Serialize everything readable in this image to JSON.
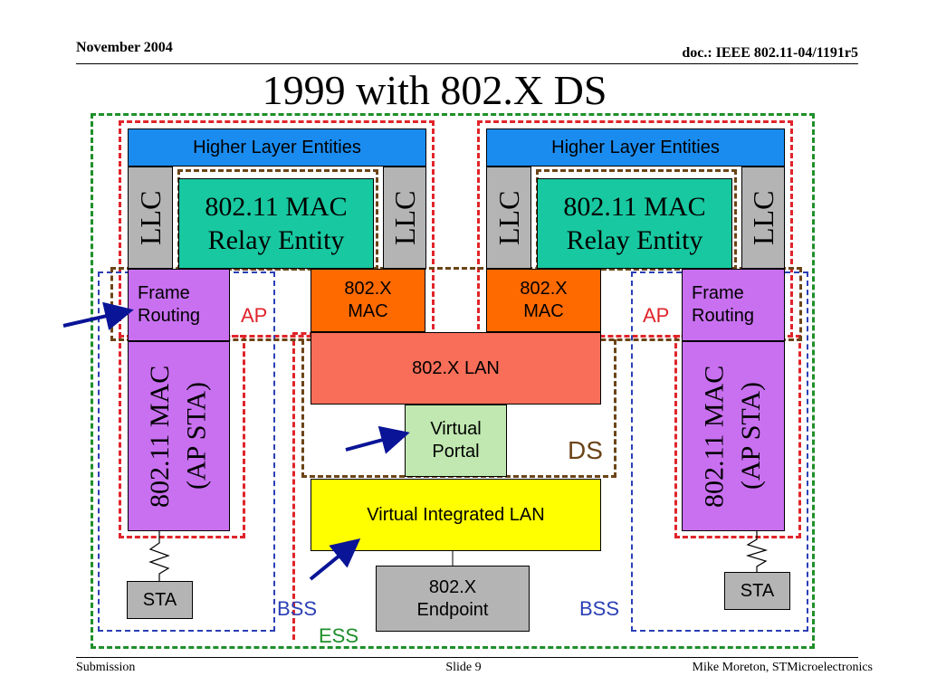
{
  "header": {
    "date": "November 2004",
    "doc": "doc.: IEEE 802.11-04/1191r5"
  },
  "title": "1999 with 802.X DS",
  "diagram": {
    "left": {
      "higher_layer": "Higher Layer Entities",
      "llc_left": "LLC",
      "llc_right": "LLC",
      "relay": "802.11 MAC\nRelay Entity",
      "frame_routing": "Frame\nRouting",
      "mac_ap_sta": "802.11 MAC\n(AP STA)",
      "ap_label": "AP",
      "bss_label": "BSS",
      "sta": "STA"
    },
    "right": {
      "higher_layer": "Higher Layer Entities",
      "llc_left": "LLC",
      "llc_right": "LLC",
      "relay": "802.11 MAC\nRelay Entity",
      "frame_routing": "Frame\nRouting",
      "mac_ap_sta": "802.11 MAC\n(AP STA)",
      "ap_label": "AP",
      "bss_label": "BSS",
      "sta": "STA"
    },
    "x_mac_left": "802.X\nMAC",
    "x_mac_right": "802.X\nMAC",
    "x_lan": "802.X LAN",
    "virtual_portal": "Virtual\nPortal",
    "ds_label": "DS",
    "virtual_lan": "Virtual Integrated LAN",
    "endpoint": "802.X\nEndpoint",
    "ess_label": "ESS"
  },
  "footer": {
    "left": "Submission",
    "center": "Slide 9",
    "right": "Mike Moreton, STMicroelectronics"
  },
  "colors": {
    "higher_layer": "#1a8cf0",
    "relay": "#18c8a0",
    "llc": "#b4b4b4",
    "frame_routing": "#c870f0",
    "x_mac": "#ff6a00",
    "x_lan": "#f86e58",
    "virtual_portal": "#c0e8b0",
    "virtual_lan": "#ffff00",
    "arrow": "#0a1496"
  }
}
